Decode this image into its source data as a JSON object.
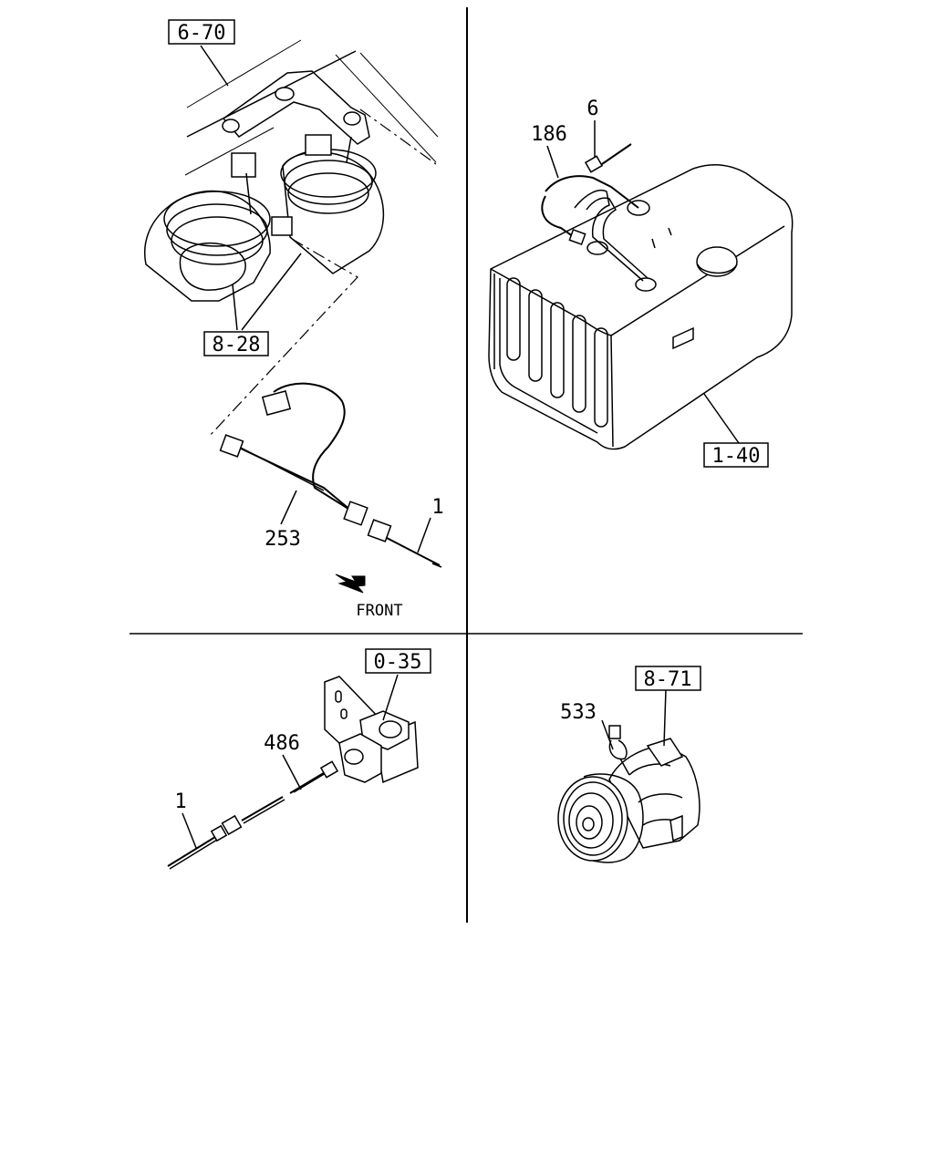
{
  "sections": {
    "horn": {
      "refs": [
        "6-70",
        "8-28"
      ],
      "parts": [
        "253",
        "1"
      ],
      "direction": "FRONT"
    },
    "fuel_tank": {
      "refs": [
        "1-40"
      ],
      "parts": [
        "186",
        "6"
      ]
    },
    "switch": {
      "refs": [
        "0-35"
      ],
      "parts": [
        "486",
        "1"
      ]
    },
    "compressor": {
      "refs": [
        "8-71"
      ],
      "parts": [
        "533"
      ]
    }
  }
}
